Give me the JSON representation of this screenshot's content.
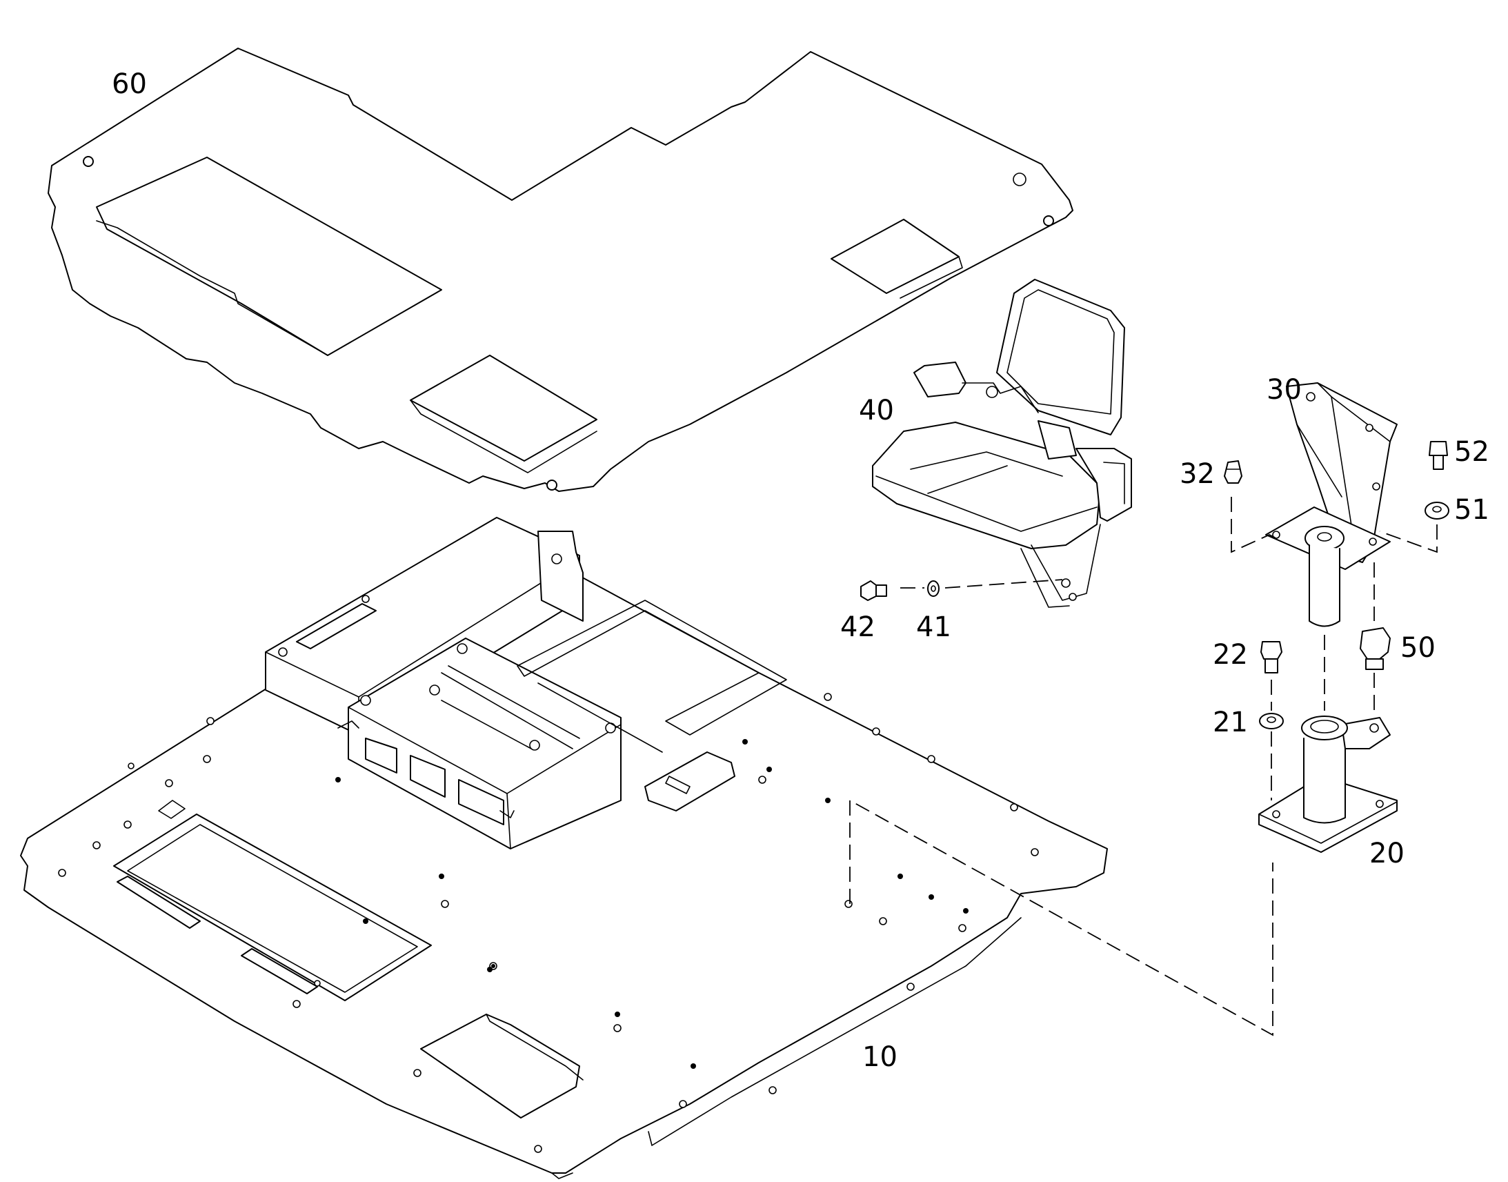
{
  "diagram": {
    "type": "exploded-parts-view",
    "callouts": [
      {
        "id": "10",
        "part": "floor-plate"
      },
      {
        "id": "20",
        "part": "seat-pedestal"
      },
      {
        "id": "21",
        "part": "washer"
      },
      {
        "id": "22",
        "part": "bolt"
      },
      {
        "id": "30",
        "part": "seat-bracket"
      },
      {
        "id": "32",
        "part": "grease-nipple"
      },
      {
        "id": "40",
        "part": "seat"
      },
      {
        "id": "41",
        "part": "washer"
      },
      {
        "id": "42",
        "part": "bolt"
      },
      {
        "id": "50",
        "part": "bushing"
      },
      {
        "id": "51",
        "part": "washer"
      },
      {
        "id": "52",
        "part": "screw"
      },
      {
        "id": "60",
        "part": "floor-mat"
      }
    ]
  }
}
